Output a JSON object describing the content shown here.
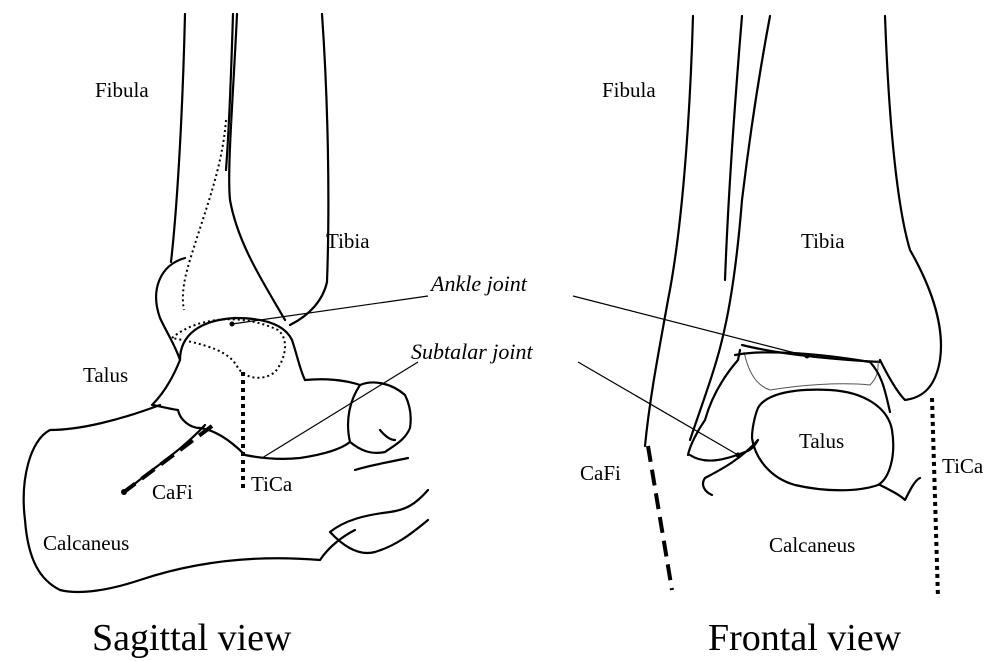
{
  "views": {
    "sagittal": {
      "title": "Sagittal view",
      "labels": {
        "fibula": "Fibula",
        "tibia": "Tibia",
        "talus": "Talus",
        "calcaneus": "Calcaneus",
        "cafi": "CaFi",
        "tica": "TiCa"
      }
    },
    "frontal": {
      "title": "Frontal view",
      "labels": {
        "fibula": "Fibula",
        "tibia": "Tibia",
        "talus": "Talus",
        "calcaneus": "Calcaneus",
        "cafi": "CaFi",
        "tica": "TiCa"
      }
    }
  },
  "annotations": {
    "ankle_joint": "Ankle joint",
    "subtalar_joint": "Subtalar joint"
  }
}
